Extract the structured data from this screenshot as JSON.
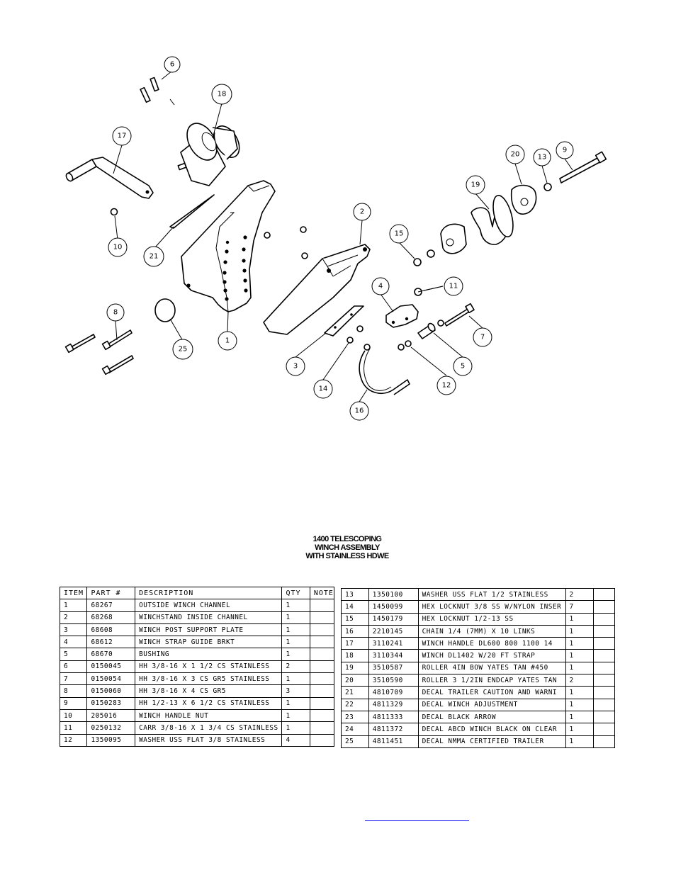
{
  "title": {
    "line1": "1400 TELESCOPING",
    "line2": "WINCH ASSEMBLY",
    "line3": "WITH STAINLESS HDWE"
  },
  "callouts": [
    "1",
    "2",
    "3",
    "4",
    "5",
    "6",
    "7",
    "8",
    "9",
    "10",
    "11",
    "12",
    "13",
    "14",
    "15",
    "16",
    "17",
    "18",
    "19",
    "20",
    "21",
    "25"
  ],
  "table_headers": {
    "item": "ITEM",
    "part": "PART #",
    "description": "DESCRIPTION",
    "qty": "QTY",
    "note": "NOTE"
  },
  "parts_left": [
    {
      "item": "1",
      "part": "68267",
      "description": "OUTSIDE WINCH CHANNEL",
      "qty": "1",
      "note": ""
    },
    {
      "item": "2",
      "part": "68268",
      "description": "WINCHSTAND   INSIDE CHANNEL",
      "qty": "1",
      "note": ""
    },
    {
      "item": "3",
      "part": "68608",
      "description": "WINCH POST SUPPORT PLATE",
      "qty": "1",
      "note": ""
    },
    {
      "item": "4",
      "part": "68612",
      "description": "WINCH STRAP GUIDE BRKT",
      "qty": "1",
      "note": ""
    },
    {
      "item": "5",
      "part": "68670",
      "description": "BUSHING",
      "qty": "1",
      "note": ""
    },
    {
      "item": "6",
      "part": "0150045",
      "description": "HH 3/8-16 X 1 1/2 CS STAINLESS",
      "qty": "2",
      "note": ""
    },
    {
      "item": "7",
      "part": "0150054",
      "description": "HH 3/8-16 X 3 CS GR5 STAINLESS",
      "qty": "1",
      "note": ""
    },
    {
      "item": "8",
      "part": "0150060",
      "description": "HH 3/8-16 X 4 CS GR5",
      "qty": "3",
      "note": ""
    },
    {
      "item": "9",
      "part": "0150283",
      "description": "HH 1/2-13 X 6 1/2 CS STAINLESS",
      "qty": "1",
      "note": ""
    },
    {
      "item": "10",
      "part": "205016",
      "description": "WINCH HANDLE NUT",
      "qty": "1",
      "note": ""
    },
    {
      "item": "11",
      "part": "0250132",
      "description": "CARR 3/8-16 X 1 3/4 CS STAINLESS",
      "qty": "1",
      "note": ""
    },
    {
      "item": "12",
      "part": "1350095",
      "description": "WASHER USS FLAT 3/8 STAINLESS",
      "qty": "4",
      "note": ""
    }
  ],
  "parts_right": [
    {
      "item": "13",
      "part": "1350100",
      "description": "WASHER USS FLAT 1/2 STAINLESS",
      "qty": "2",
      "note": ""
    },
    {
      "item": "14",
      "part": "1450099",
      "description": "HEX LOCKNUT 3/8 SS W/NYLON INSER",
      "qty": "7",
      "note": ""
    },
    {
      "item": "15",
      "part": "1450179",
      "description": "HEX LOCKNUT 1/2-13 SS",
      "qty": "1",
      "note": ""
    },
    {
      "item": "16",
      "part": "2210145",
      "description": "CHAIN 1/4 (7MM) X 10 LINKS",
      "qty": "1",
      "note": ""
    },
    {
      "item": "17",
      "part": "3110241",
      "description": "WINCH HANDLE   DL600 800 1100 14",
      "qty": "1",
      "note": ""
    },
    {
      "item": "18",
      "part": "3110344",
      "description": "WINCH DL1402 W/20 FT STRAP",
      "qty": "1",
      "note": ""
    },
    {
      "item": "19",
      "part": "3510587",
      "description": "ROLLER 4IN BOW YATES TAN #450",
      "qty": "1",
      "note": ""
    },
    {
      "item": "20",
      "part": "3510590",
      "description": "ROLLER 3 1/2IN ENDCAP YATES TAN",
      "qty": "2",
      "note": ""
    },
    {
      "item": "21",
      "part": "4810709",
      "description": "DECAL TRAILER CAUTION AND WARNI",
      "qty": "1",
      "note": ""
    },
    {
      "item": "22",
      "part": "4811329",
      "description": "DECAL WINCH ADJUSTMENT",
      "qty": "1",
      "note": ""
    },
    {
      "item": "23",
      "part": "4811333",
      "description": "DECAL BLACK ARROW",
      "qty": "1",
      "note": ""
    },
    {
      "item": "24",
      "part": "4811372",
      "description": "DECAL ABCD WINCH BLACK ON CLEAR",
      "qty": "1",
      "note": ""
    },
    {
      "item": "25",
      "part": "4811451",
      "description": "DECAL NMMA CERTIFIED TRAILER",
      "qty": "1",
      "note": ""
    }
  ]
}
